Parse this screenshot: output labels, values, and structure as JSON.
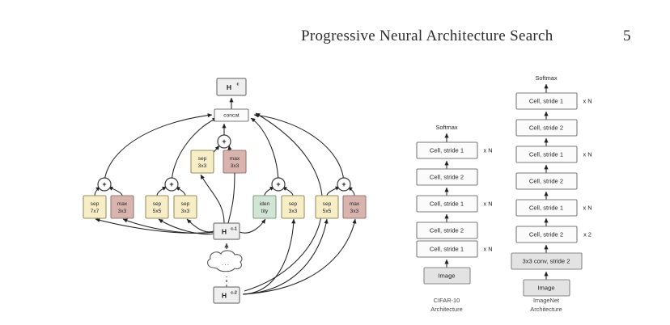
{
  "header": {
    "title": "Progressive Neural Architecture Search",
    "page_number": "5"
  },
  "figure": {
    "cell_diagram": {
      "output_node": {
        "label": "H",
        "sup": "c"
      },
      "concat_node": {
        "label": "concat"
      },
      "prev_state_1": {
        "label": "H",
        "sup": "c-1"
      },
      "prev_state_2": {
        "label": "H",
        "sup": "c-2"
      },
      "ellipsis_cloud": {
        "label": "..."
      },
      "add_symbol": "+",
      "blocks": [
        {
          "id": "block-1",
          "left_op": {
            "line1": "sep",
            "line2": "7x7",
            "color": "#f7eec8",
            "kind": "sep"
          },
          "right_op": {
            "line1": "max",
            "line2": "3x3",
            "color": "#d9b4ae",
            "kind": "max"
          }
        },
        {
          "id": "block-2",
          "left_op": {
            "line1": "sep",
            "line2": "5x5",
            "color": "#f7eec8",
            "kind": "sep"
          },
          "right_op": {
            "line1": "sep",
            "line2": "3x3",
            "color": "#f7eec8",
            "kind": "sep"
          }
        },
        {
          "id": "block-3",
          "left_op": {
            "line1": "sep",
            "line2": "3x3",
            "color": "#f7eec8",
            "kind": "sep"
          },
          "right_op": {
            "line1": "max",
            "line2": "3x3",
            "color": "#d9b4ae",
            "kind": "max"
          }
        },
        {
          "id": "block-4",
          "left_op": {
            "line1": "iden",
            "line2": "tity",
            "color": "#d2e5d4",
            "kind": "identity"
          },
          "right_op": {
            "line1": "sep",
            "line2": "3x3",
            "color": "#f7eec8",
            "kind": "sep"
          }
        },
        {
          "id": "block-5",
          "left_op": {
            "line1": "sep",
            "line2": "5x5",
            "color": "#f7eec8",
            "kind": "sep"
          },
          "right_op": {
            "line1": "max",
            "line2": "3x3",
            "color": "#d9b4ae",
            "kind": "max"
          }
        }
      ]
    },
    "cifar_architecture": {
      "top_label": "Softmax",
      "caption_line1": "CIFAR-10",
      "caption_line2": "Architecture",
      "stack": [
        {
          "label": "Cell, stride 1",
          "multiplier": "x N",
          "style": "white"
        },
        {
          "label": "Cell, stride 2",
          "multiplier": "",
          "style": "white"
        },
        {
          "label": "Cell, stride 1",
          "multiplier": "x N",
          "style": "white"
        },
        {
          "label": "Cell, stride 2",
          "multiplier": "",
          "style": "white"
        },
        {
          "label": "Cell, stride 1",
          "multiplier": "x N",
          "style": "white"
        },
        {
          "label": "Image",
          "multiplier": "",
          "style": "grey"
        }
      ]
    },
    "imagenet_architecture": {
      "top_label": "Softmax",
      "caption_line1": "ImageNet",
      "caption_line2": "Architecture",
      "stack": [
        {
          "label": "Cell, stride 1",
          "multiplier": "x N",
          "style": "white"
        },
        {
          "label": "Cell, stride 2",
          "multiplier": "",
          "style": "white"
        },
        {
          "label": "Cell, stride 1",
          "multiplier": "x N",
          "style": "white"
        },
        {
          "label": "Cell, stride 2",
          "multiplier": "",
          "style": "white"
        },
        {
          "label": "Cell, stride 1",
          "multiplier": "x N",
          "style": "white"
        },
        {
          "label": "Cell, stride 2",
          "multiplier": "x 2",
          "style": "white"
        },
        {
          "label": "3x3 conv, stride 2",
          "multiplier": "",
          "style": "grey"
        },
        {
          "label": "Image",
          "multiplier": "",
          "style": "grey"
        }
      ]
    }
  },
  "colors": {
    "sep_op": "#f7eec8",
    "max_op": "#d9b4ae",
    "identity_op": "#d2e5d4",
    "state_box": "#efefef",
    "grey_box": "#e3e3e3",
    "edge": "#222222"
  }
}
